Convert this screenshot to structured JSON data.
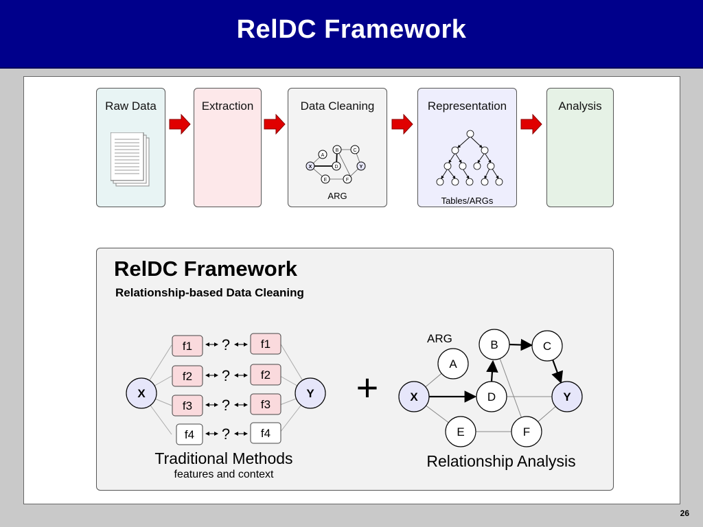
{
  "slide": {
    "title": "RelDC Framework",
    "page_number": "26"
  },
  "pipeline": {
    "stages": [
      {
        "label": "Raw Data",
        "fill": "#e8f4f4"
      },
      {
        "label": "Extraction",
        "fill": "#fde8ea"
      },
      {
        "label": "Data Cleaning",
        "fill": "#f3f3f3"
      },
      {
        "label": "Representation",
        "fill": "#eeeefd"
      },
      {
        "label": "Analysis",
        "fill": "#e6f2e6"
      }
    ],
    "arrow_color": "#e00000",
    "data_cleaning_caption": "ARG",
    "mini_graph_nodes": [
      "A",
      "B",
      "C",
      "X",
      "D",
      "Y",
      "E",
      "F"
    ],
    "representation_caption": "Tables/ARGs"
  },
  "framework": {
    "title": "RelDC Framework",
    "subtitle": "Relationship-based Data Cleaning",
    "traditional": {
      "x_node": "X",
      "y_node": "Y",
      "left_features": [
        "f1",
        "f2",
        "f3",
        "f4"
      ],
      "right_features": [
        "f1",
        "f2",
        "f3",
        "f4"
      ],
      "question_mark": "?",
      "caption": "Traditional Methods",
      "sub_caption": "features and context"
    },
    "plus_sign": "+",
    "relationship": {
      "arg_label": "ARG",
      "nodes": [
        "A",
        "B",
        "C",
        "X",
        "D",
        "Y",
        "E",
        "F"
      ],
      "caption": "Relationship Analysis"
    }
  }
}
